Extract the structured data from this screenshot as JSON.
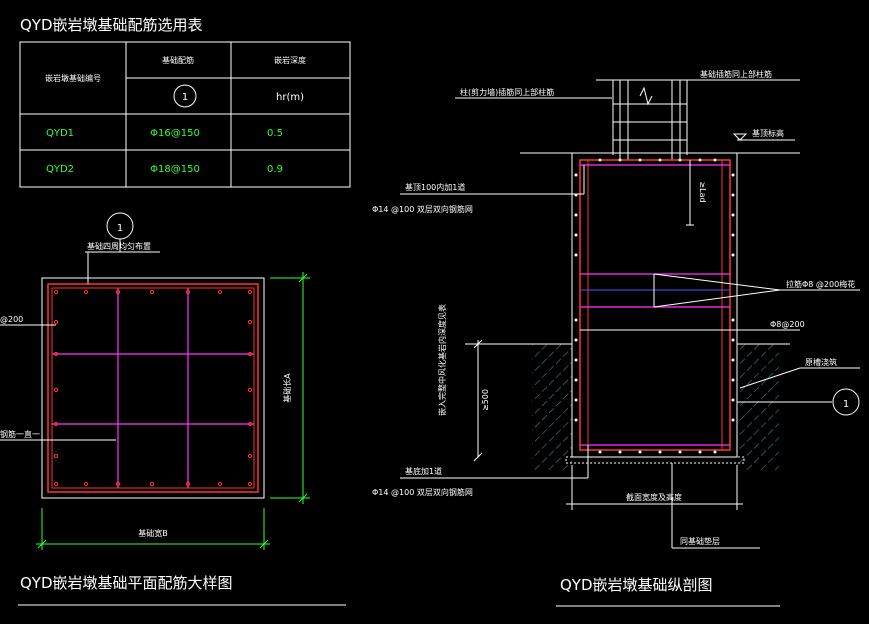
{
  "table": {
    "title": "QYD嵌岩墩基础配筋选用表",
    "col_id": "嵌岩墩基础编号",
    "col_rebar": "基础配筋",
    "col_depth": "嵌岩深度",
    "rebar_mark": "1",
    "depth_unit": "hr(m)",
    "rows": [
      {
        "id": "QYD1",
        "rebar": "Φ16@150",
        "depth": "0.5"
      },
      {
        "id": "QYD2",
        "rebar": "Φ18@150",
        "depth": "0.9"
      }
    ]
  },
  "plan": {
    "title": "QYD嵌岩墩基础平面配筋大样图",
    "mark": "1",
    "label_top": "基础四周均匀布置",
    "label_left_top": "@200",
    "label_left_mid": "钢筋一直一",
    "dim_vertical": "基础长A",
    "dim_horizontal": "基础宽B"
  },
  "section": {
    "title": "QYD嵌岩墩基础纵剖图",
    "label_column": "柱(剪力墙)插筋同上部柱筋",
    "label_dowel": "基础插筋同上部柱筋",
    "label_top_level": "基顶标高",
    "label_top_mesh": "基顶100内加1道",
    "label_top_mesh_spec": "Φ14 @100 双层双向钢筋网",
    "label_la": "≥Lad",
    "label_tie": "拉筋Φ8 @200梅花",
    "label_stirrup": "Φ8@200",
    "label_rock": "原槽浇筑",
    "label_mark": "1",
    "label_embed": "嵌入完整中风化基岩内深度见表",
    "label_500": "≥500",
    "label_bot_mesh": "基底加1道",
    "label_bot_mesh_spec": "Φ14 @100 双层双向钢筋网",
    "label_section": "截面宽度及高度",
    "label_cushion": "同基础垫层"
  },
  "colors": {
    "line": "#ffffff",
    "rebar_red": "#ff3333",
    "rebar_magenta": "#ff33ff",
    "text_green": "#33ff33",
    "dim_green": "#33ff33",
    "hatch": "#2f8f8f"
  }
}
